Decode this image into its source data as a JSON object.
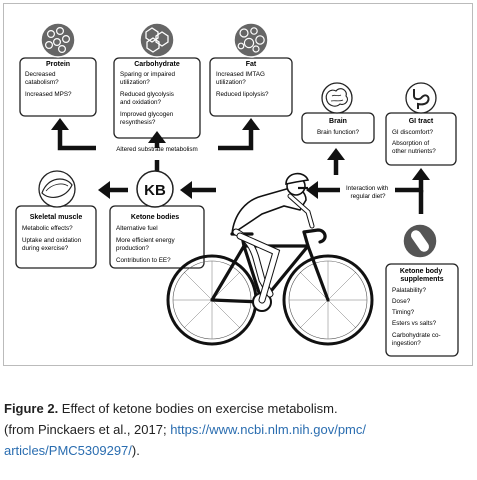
{
  "diagram": {
    "nodes": {
      "protein": {
        "title": "Protein",
        "lines": [
          "Decreased",
          "catabolism?",
          "",
          "Increased MPS?"
        ]
      },
      "carbohydrate": {
        "title": "Carbohydrate",
        "lines": [
          "Sparing or impaired",
          "utilization?",
          "Reduced glycolysis",
          "and oxidation?",
          "Improved glycogen",
          "resynthesis?"
        ]
      },
      "fat": {
        "title": "Fat",
        "lines": [
          "Increased IMTAG",
          "utilization?",
          "Reduced lipolysis?"
        ]
      },
      "brain": {
        "title": "Brain",
        "lines": [
          "Brain function?"
        ]
      },
      "gi_tract": {
        "title": "GI tract",
        "lines": [
          "GI discomfort?",
          "Absorption of",
          "other nutrients?"
        ]
      },
      "skeletal_muscle": {
        "title": "Skeletal muscle",
        "lines": [
          "Metabolic effects?",
          "Uptake and oxidation",
          "during exercise?"
        ]
      },
      "ketone_bodies": {
        "title": "Ketone bodies",
        "lines": [
          "Alternative fuel",
          "More efficient energy",
          "production?",
          "Contribution to EE?"
        ]
      },
      "supplements": {
        "title_lines": [
          "Ketone body",
          "supplements"
        ],
        "lines": [
          "Palatability?",
          "Dose?",
          "Timing?",
          "Esters vs salts?",
          "Carbohydrate co-",
          "ingestion?"
        ]
      }
    },
    "kb_badge": "KB",
    "altered_label": "Altered substrate metabolism",
    "interaction_label": [
      "Interaction with",
      "regular diet?"
    ],
    "colors": {
      "stroke": "#222222",
      "icon_dark": "#555555",
      "frame": "#bbbbbb"
    }
  },
  "caption": {
    "label": "Figure 2.",
    "text": " Effect of ketone bodies on exercise metabolism.",
    "line2_prefix": "(from Pinckaers et al., 2017; ",
    "line2_link": "https://www.ncbi.nlm.nih.gov/pmc/",
    "line3_link": "articles/PMC5309297/",
    "line3_suffix": ")."
  }
}
